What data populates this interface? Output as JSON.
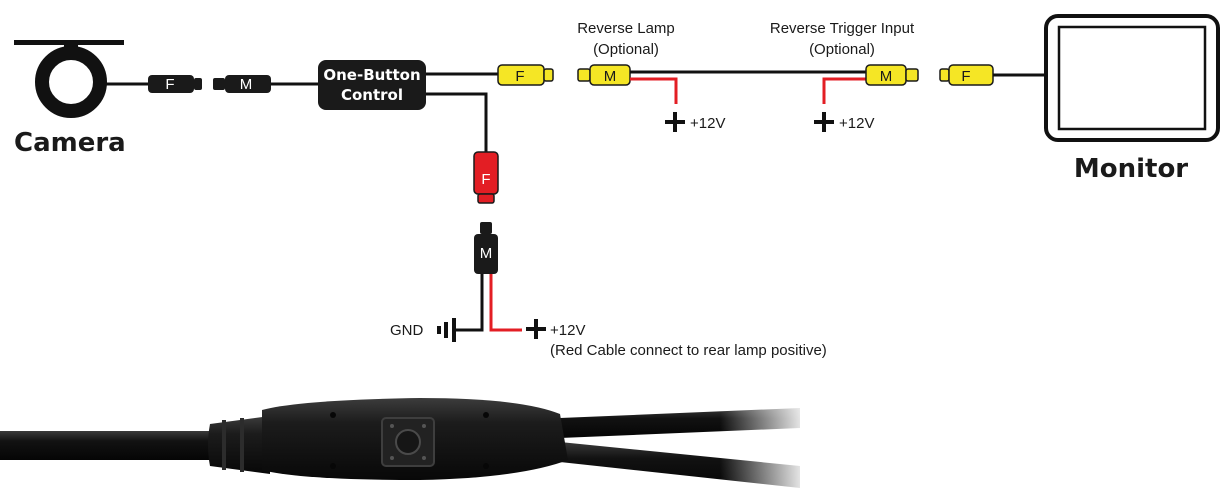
{
  "labels": {
    "camera": "Camera",
    "monitor": "Monitor",
    "control_line1": "One-Button",
    "control_line2": "Control",
    "reverse_lamp_line1": "Reverse Lamp",
    "reverse_lamp_line2": "(Optional)",
    "reverse_trigger_line1": "Reverse Trigger Input",
    "reverse_trigger_line2": "(Optional)",
    "plus12v_lamp": "+12V",
    "plus12v_trigger": "+12V",
    "plus12v_power": "+12V",
    "power_note": "(Red Cable connect to rear lamp positive)",
    "gnd": "GND"
  },
  "connectors": {
    "cam_f": "F",
    "cam_m": "M",
    "yellow_f1": "F",
    "yellow_m1": "M",
    "yellow_m2": "M",
    "yellow_f2": "F",
    "red_f": "F",
    "black_m": "M"
  },
  "colors": {
    "wire": "#111111",
    "red_wire": "#e31e24",
    "yellow": "#f5e625",
    "red_connector": "#e31e24",
    "black": "#1a1a1a"
  }
}
